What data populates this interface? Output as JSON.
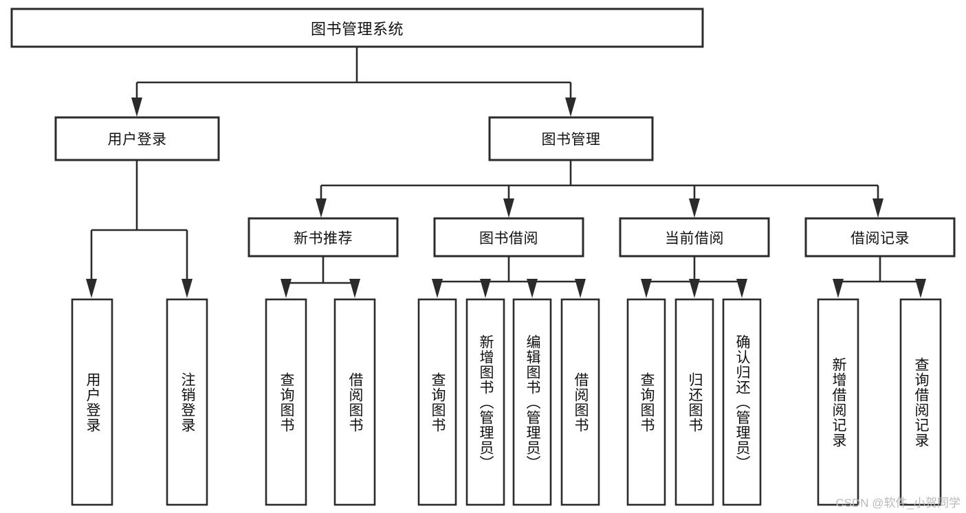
{
  "diagram": {
    "type": "tree-hierarchy-chart",
    "title": "图书管理系统",
    "watermark": "CSDN @软件_小贺同学",
    "colors": {
      "stroke": "#2b2b2b",
      "fill": "#ffffff",
      "text": "#111111",
      "watermark": "#b9b9b9"
    },
    "root": {
      "label": "图书管理系统"
    },
    "level2": [
      {
        "id": "user-login",
        "label": "用户登录"
      },
      {
        "id": "book-manage",
        "label": "图书管理"
      }
    ],
    "level3": [
      {
        "id": "new-book-rec",
        "label": "新书推荐"
      },
      {
        "id": "book-borrow",
        "label": "图书借阅"
      },
      {
        "id": "current-borrow",
        "label": "当前借阅"
      },
      {
        "id": "borrow-record",
        "label": "借阅记录"
      }
    ],
    "leaves": {
      "user_login": [
        {
          "id": "leaf-user-login",
          "label": "用户登录"
        },
        {
          "id": "leaf-logout-login",
          "label": "注销登录"
        }
      ],
      "new_book_rec": [
        {
          "id": "leaf-query-book-1",
          "label": "查询图书"
        },
        {
          "id": "leaf-borrow-book-1",
          "label": "借阅图书"
        }
      ],
      "book_borrow": [
        {
          "id": "leaf-query-book-2",
          "label": "查询图书"
        },
        {
          "id": "leaf-add-book",
          "label": "新增图书（管理员）"
        },
        {
          "id": "leaf-edit-book",
          "label": "编辑图书（管理员）"
        },
        {
          "id": "leaf-borrow-book-2",
          "label": "借阅图书"
        }
      ],
      "current_borrow": [
        {
          "id": "leaf-query-book-3",
          "label": "查询图书"
        },
        {
          "id": "leaf-return-book",
          "label": "归还图书"
        },
        {
          "id": "leaf-confirm-return",
          "label": "确认归还（管理员）"
        }
      ],
      "borrow_record": [
        {
          "id": "leaf-add-record",
          "label": "新增借阅记录"
        },
        {
          "id": "leaf-query-record",
          "label": "查询借阅记录"
        }
      ]
    }
  }
}
